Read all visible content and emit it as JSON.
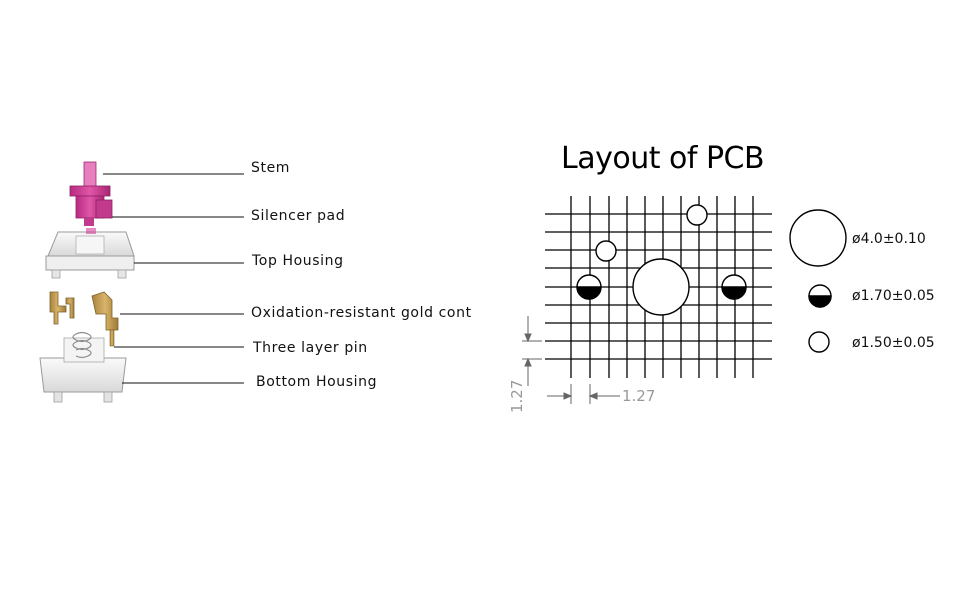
{
  "parts": {
    "stem": "Stem",
    "silencer_pad": "Silencer pad",
    "top_housing": "Top Housing",
    "gold_contact": "Oxidation-resistant gold cont",
    "three_layer_pin": "Three layer pin",
    "bottom_housing": "Bottom Housing"
  },
  "pcb": {
    "title": "Layout of PCB",
    "legend": {
      "large": "ø4.0±0.10",
      "medium": "ø1.70±0.05",
      "small": "ø1.50±0.05"
    },
    "dim_x": "1.27",
    "dim_y": "1.27"
  },
  "colors": {
    "stem": "#d6409a",
    "gold": "#c9a25a",
    "line": "#000000",
    "dimension": "#999999"
  }
}
